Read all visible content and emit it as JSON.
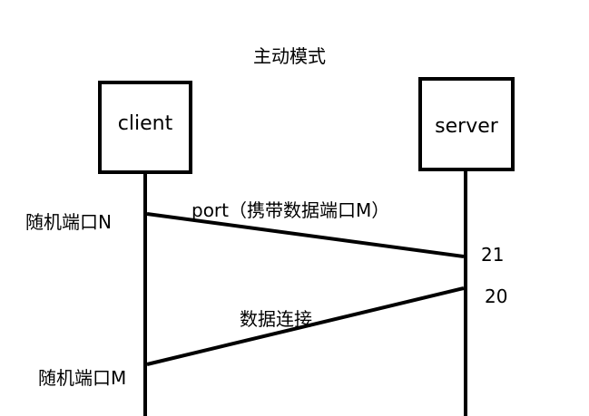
{
  "diagram": {
    "title": "主动模式",
    "client": {
      "label": "client"
    },
    "server": {
      "label": "server"
    },
    "messages": [
      {
        "label": "port（携带数据端口M）",
        "from_port": "随机端口N",
        "to_port": "21"
      },
      {
        "label": "数据连接",
        "from_port": "20",
        "to_port": "随机端口M"
      }
    ]
  }
}
